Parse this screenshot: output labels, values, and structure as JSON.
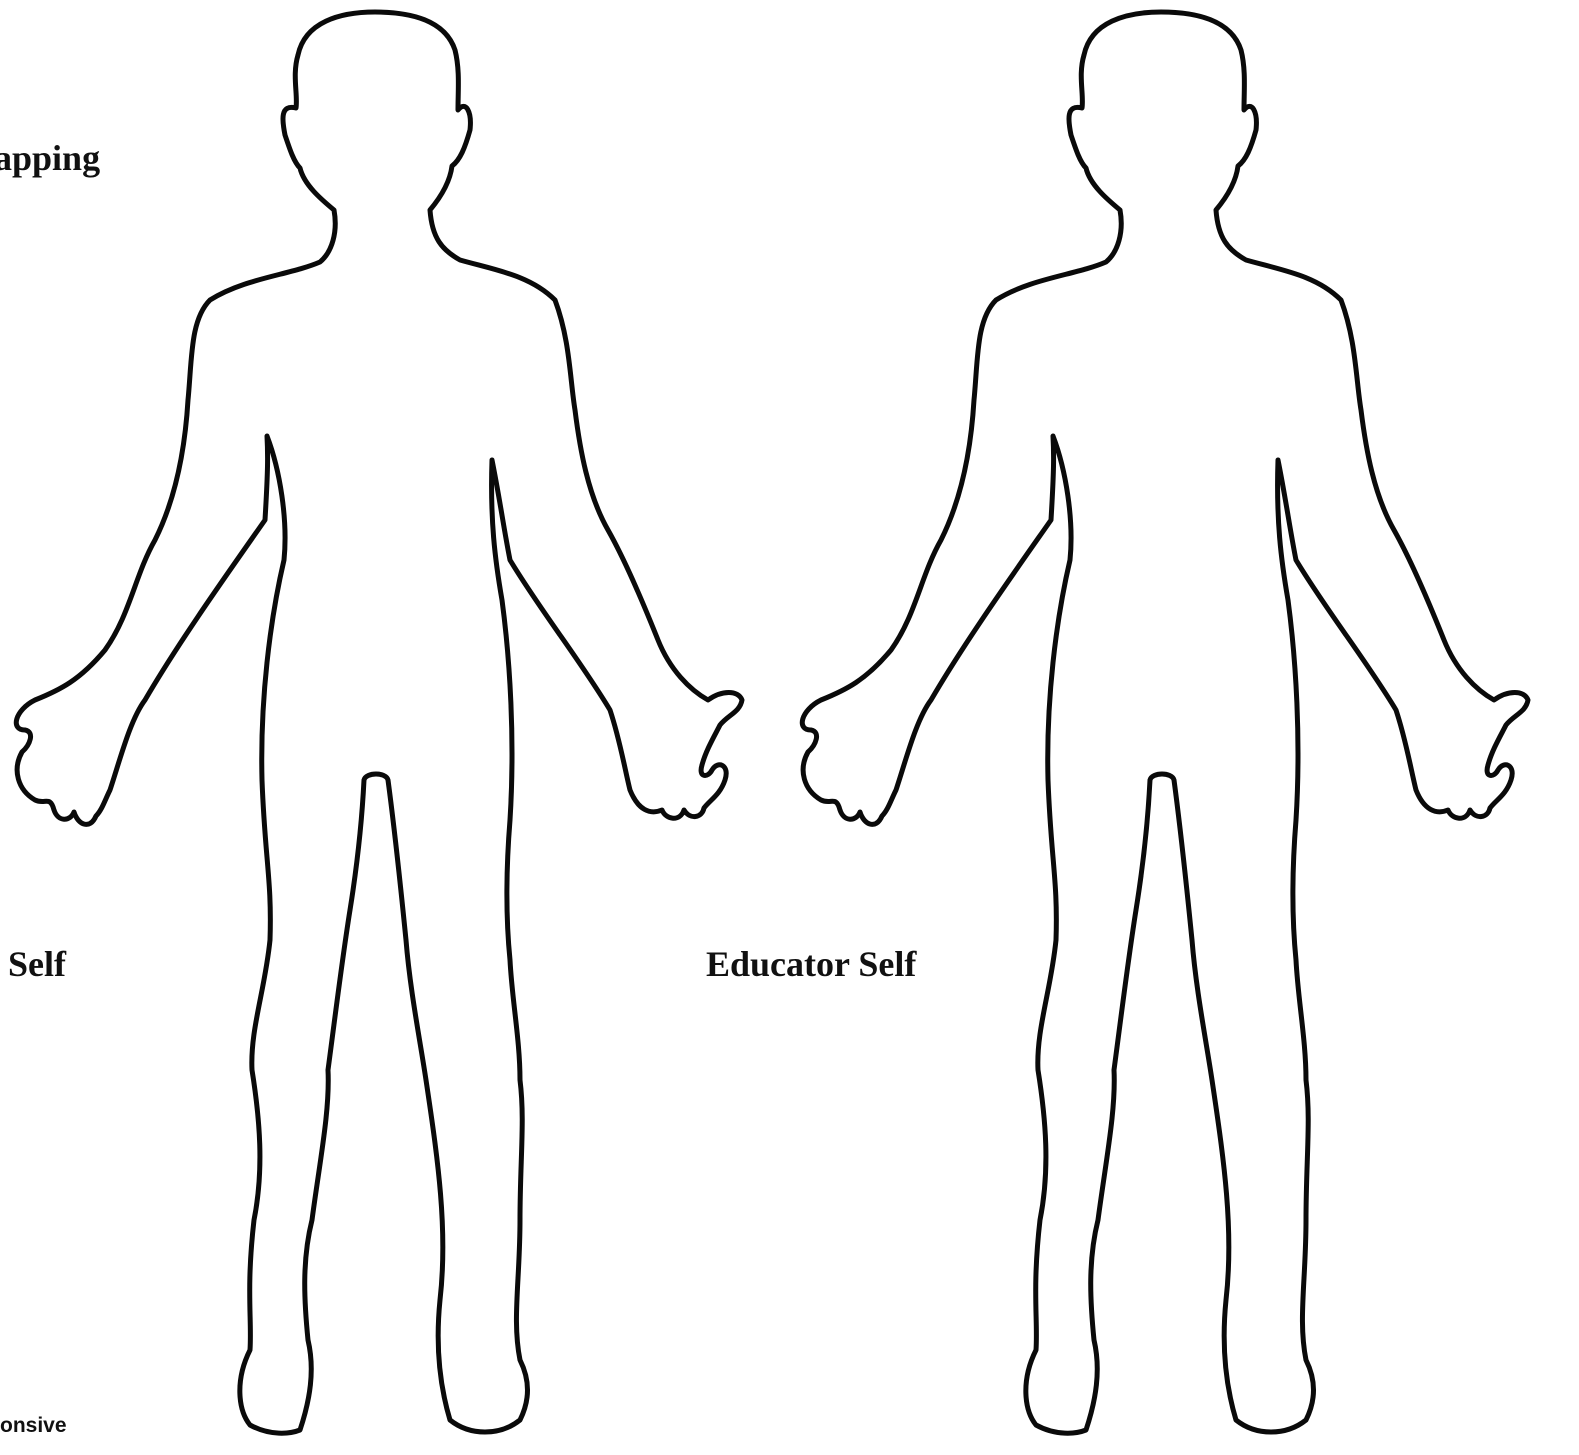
{
  "heading": "apping",
  "figures": [
    {
      "caption": "Self"
    },
    {
      "caption": "Educator Self"
    }
  ],
  "footer": "onsive",
  "colors": {
    "outline": "#0a0a0a",
    "background": "#ffffff",
    "text": "#111111"
  }
}
